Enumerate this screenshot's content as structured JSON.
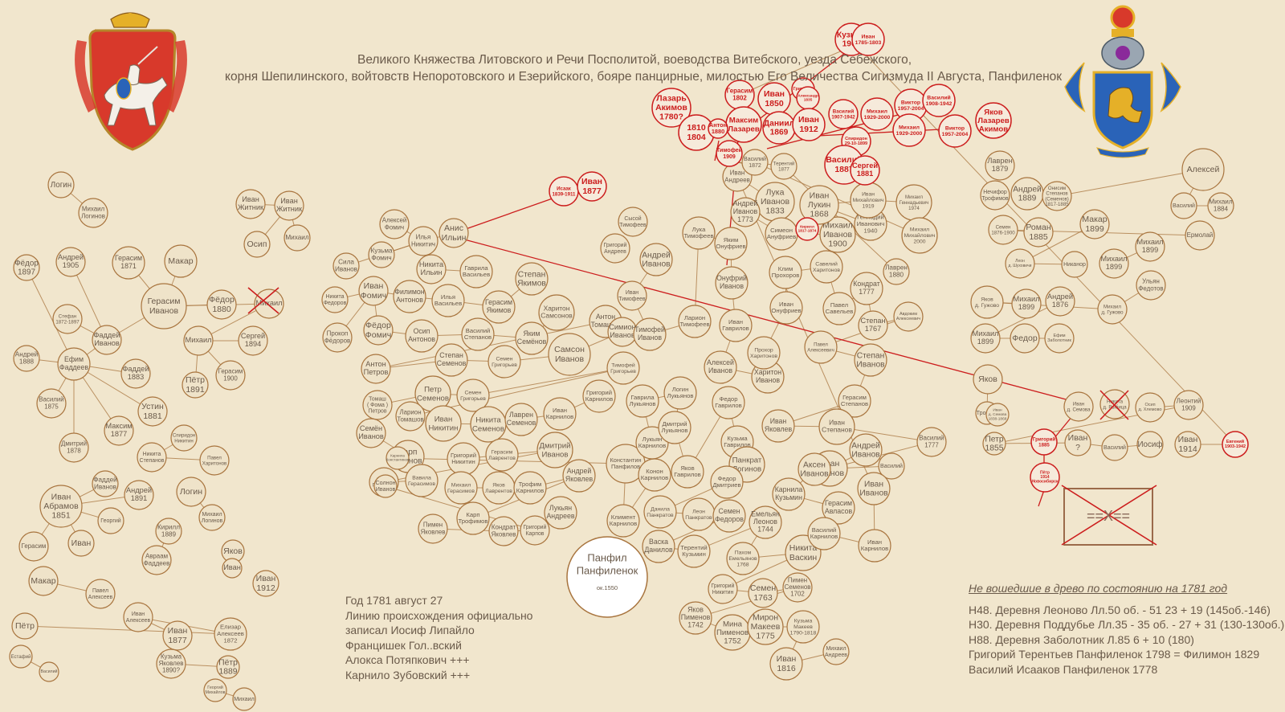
{
  "header": {
    "line1": "Великого Княжества Литовского и Речи Посполитой, воеводства Витебского, уезда Себежского,",
    "line2": "корня Шепилинского, войтовств Непоротовского и Езерийского, бояре панцирные, милостью Его Величества Сигизмуда II Августа, Панфиленок"
  },
  "root": {
    "name_line1": "Панфил",
    "name_line2": "Панфиленок",
    "year": "ок.1550"
  },
  "note": {
    "lines": [
      "Год 1781 август 27",
      "Линию происхождения официально",
      "записал Иосиф Липайло",
      "Францишек Гол..вский",
      "Алокса Потяпкович +++",
      "Карнило Зубовский +++"
    ]
  },
  "missing": {
    "heading": "Не вошедшие в древо по состоянию на 1781 год",
    "lines": [
      "Н48. Деревня Леоново Лл.50 об. - 51 23 + 19 (145об.-146)",
      "Н30. Деревня Поддубье Лл.35 - 35 об. - 27 + 31 (130-130об.)",
      "Н88. Деревня Заболотник Л.85 6 + 10 (180)",
      "Григорий Терентьев Панфиленок 1798 = Филимон 1829",
      "Василий Исааков Панфиленок 1778"
    ]
  },
  "stamp_text": "==X==",
  "colors": {
    "background": "#f1e6cd",
    "node_stroke": "#a8743e",
    "text": "#6a5a4a",
    "red": "#cc1d1d",
    "arms_red": "#d8392b",
    "arms_blue": "#2a63b8",
    "arms_gold": "#e5b028"
  },
  "nodes": [
    {
      "t": "Логин",
      "c": "b"
    },
    {
      "t": "Михаил\nЛогинов",
      "c": "b"
    },
    {
      "t": "Фёдор\n1897",
      "c": "b"
    },
    {
      "t": "Андрей\n1905",
      "c": "b"
    },
    {
      "t": "Герасим\n1871",
      "c": "b"
    },
    {
      "t": "Макар",
      "c": "b"
    },
    {
      "t": "Герасим\nИванов",
      "c": "b"
    },
    {
      "t": "Фёдор\n1880",
      "c": "b"
    },
    {
      "t": "Михаил",
      "c": "b"
    },
    {
      "t": "Стефан\n1872-1897",
      "c": "b"
    },
    {
      "t": "Фаддей\nИванов",
      "c": "b"
    },
    {
      "t": "Андрей\n1888",
      "c": "b"
    },
    {
      "t": "Ефим\nФаддеев",
      "c": "b"
    },
    {
      "t": "Фаддей\n1883",
      "c": "b"
    },
    {
      "t": "Михаил",
      "c": "b"
    },
    {
      "t": "Сергей\n1894",
      "c": "b"
    },
    {
      "t": "Герасим\n1900",
      "c": "b"
    },
    {
      "t": "Пётр\n1891",
      "c": "b"
    },
    {
      "t": "Василий\n1875",
      "c": "b"
    },
    {
      "t": "Устин\n1881",
      "c": "b"
    },
    {
      "t": "Максим\n1877",
      "c": "b"
    },
    {
      "t": "Дмитрий\n1878",
      "c": "b"
    },
    {
      "t": "Иван\nЖитник",
      "c": "b"
    },
    {
      "t": "Иван\nЖитник",
      "c": "b"
    },
    {
      "t": "Осип",
      "c": "b"
    },
    {
      "t": "Михаил",
      "c": "b"
    },
    {
      "t": "Фаддей\nИванов",
      "c": "b"
    },
    {
      "t": "Иван\nАбрамов\n1851",
      "c": "b"
    },
    {
      "t": "Андрей\n1891",
      "c": "b"
    },
    {
      "t": "Логин",
      "c": "b"
    },
    {
      "t": "Георгий",
      "c": "b"
    },
    {
      "t": "Герасим",
      "c": "b"
    },
    {
      "t": "Иван",
      "c": "b"
    },
    {
      "t": "Кирилл\n1889",
      "c": "b"
    },
    {
      "t": "Авраам\nФаддеев",
      "c": "b"
    },
    {
      "t": "Макар",
      "c": "b"
    },
    {
      "t": "Павел\nАлексеев",
      "c": "b"
    },
    {
      "t": "Иван\nАлексеев",
      "c": "b"
    },
    {
      "t": "Иван\n1877",
      "c": "b"
    },
    {
      "t": "Елизар\nАлексеев\n1872",
      "c": "b"
    },
    {
      "t": "Пётр",
      "c": "b"
    },
    {
      "t": "Естафий",
      "c": "b"
    },
    {
      "t": "Василий",
      "c": "b"
    },
    {
      "t": "Кузьма\nЯковлев\n1890?",
      "c": "b"
    },
    {
      "t": "Пётр\n1889",
      "c": "b"
    },
    {
      "t": "Георгий\nМихайлов",
      "c": "b"
    },
    {
      "t": "Михаил",
      "c": "b"
    },
    {
      "t": "Никита\nСтепанов",
      "c": "b"
    },
    {
      "t": "Павел\nХаритонов",
      "c": "b"
    },
    {
      "t": "Спиридон\nНикитин",
      "c": "b"
    },
    {
      "t": "Михаил\nЛогинов",
      "c": "b"
    },
    {
      "t": "Иван\n1912",
      "c": "b"
    },
    {
      "t": "Яков",
      "c": "b"
    },
    {
      "t": "Иван",
      "c": "b"
    },
    {
      "t": "Алексей\nФомич",
      "c": "b"
    },
    {
      "t": "Илья\nНикитич",
      "c": "b"
    },
    {
      "t": "Анис\nИльин",
      "c": "b"
    },
    {
      "t": "Сила\nИванов",
      "c": "b"
    },
    {
      "t": "Кузьма\nФомич",
      "c": "b"
    },
    {
      "t": "Никита\nИльин",
      "c": "b"
    },
    {
      "t": "Гаврила\nВасильев",
      "c": "b"
    },
    {
      "t": "Никита\nФедоров",
      "c": "b"
    },
    {
      "t": "Иван\nФомич",
      "c": "b"
    },
    {
      "t": "Филимон\nАнтонов",
      "c": "b"
    },
    {
      "t": "Илья\nВасильев",
      "c": "b"
    },
    {
      "t": "Герасим\nЯкимов",
      "c": "b"
    },
    {
      "t": "Степан\nЯкимов",
      "c": "b"
    },
    {
      "t": "Прокоп\nФёдоров",
      "c": "b"
    },
    {
      "t": "Фёдор\nФомич",
      "c": "b"
    },
    {
      "t": "Осип\nАнтонов",
      "c": "b"
    },
    {
      "t": "Василий\nСтепанов",
      "c": "b"
    },
    {
      "t": "Яким\nСемёнов",
      "c": "b"
    },
    {
      "t": "Харитон\nСамсонов",
      "c": "b"
    },
    {
      "t": "Антон\nТомашев",
      "c": "b"
    },
    {
      "t": "Антон\nПетров",
      "c": "b"
    },
    {
      "t": "Степан\nСеменов",
      "c": "b"
    },
    {
      "t": "Семен\nГригорьев",
      "c": "b"
    },
    {
      "t": "Самсон\nИванов",
      "c": "b"
    },
    {
      "t": "Симион\nИванов",
      "c": "b"
    },
    {
      "t": "Томаш\n( Фома )\nПетров",
      "c": "b"
    },
    {
      "t": "Петр\nСеменов",
      "c": "b"
    },
    {
      "t": "Семен\nГригорьев",
      "c": "b"
    },
    {
      "t": "Тимофей\nГригорьев",
      "c": "b"
    },
    {
      "t": "Ларион\nТомашов",
      "c": "b"
    },
    {
      "t": "Иван\nНикитин",
      "c": "b"
    },
    {
      "t": "Никита\nСеменов",
      "c": "b"
    },
    {
      "t": "Лаврен\nСеменов",
      "c": "b"
    },
    {
      "t": "Иван\nКарнилов",
      "c": "b"
    },
    {
      "t": "Григорий\nКарнилов",
      "c": "b"
    },
    {
      "t": "Семён\nИванов",
      "c": "b"
    },
    {
      "t": "Карп\nИванов",
      "c": "b"
    },
    {
      "t": "Григорий\nНикитин",
      "c": "b"
    },
    {
      "t": "Герасим\nЛаврентов",
      "c": "b"
    },
    {
      "t": "Дмитрий\nИванов",
      "c": "b"
    },
    {
      "t": "Симон\nГригорьев",
      "c": "b"
    },
    {
      "t": "Вавила\nГерасимов",
      "c": "b"
    },
    {
      "t": "Михаил\nГерасимов",
      "c": "b"
    },
    {
      "t": "Яков\nЛаврентов",
      "c": "b"
    },
    {
      "t": "Трофим\nКарнилов",
      "c": "b"
    },
    {
      "t": "Андрей\nЯковлев",
      "c": "b"
    },
    {
      "t": "Карп\nТрофимов",
      "c": "b"
    },
    {
      "t": "Лукьян\nАндреев",
      "c": "b"
    },
    {
      "t": "Пимен\nЯковлев",
      "c": "b"
    },
    {
      "t": "Кондрат\nЯковлев",
      "c": "b"
    },
    {
      "t": "Григорий\nКарпов",
      "c": "b"
    },
    {
      "t": "Солнон\nИванов",
      "c": "b"
    },
    {
      "t": "Карнила\nКонстантинов",
      "c": "b"
    },
    {
      "t": "Константин\nПанфилов",
      "c": "b"
    },
    {
      "t": "Климент\nКарнилов",
      "c": "b"
    },
    {
      "t": "Конон\nКарнилов",
      "c": "b"
    },
    {
      "t": "Лукьян\nКарнилов",
      "c": "b"
    },
    {
      "t": "Гаврила\nЛукьянов",
      "c": "b"
    },
    {
      "t": "Логин\nЛукьянов",
      "c": "b"
    },
    {
      "t": "Дмитрий\nЛукьянов",
      "c": "b"
    },
    {
      "t": "Яков\nГаврилов",
      "c": "b"
    },
    {
      "t": "Федор\nГаврилов",
      "c": "b"
    },
    {
      "t": "Кузьма\nГаврилов",
      "c": "b"
    },
    {
      "t": "Панкрат\nЛогинов",
      "c": "b"
    },
    {
      "t": "Федор\nДмитриев",
      "c": "b"
    },
    {
      "t": "Данила\nПанкратов",
      "c": "b"
    },
    {
      "t": "Леон\nПанкратов",
      "c": "b"
    },
    {
      "t": "Семен\nФедоров",
      "c": "b"
    },
    {
      "t": "Васка\nДанилов",
      "c": "b"
    },
    {
      "t": "Терентий\nКузьмин",
      "c": "b"
    },
    {
      "t": "Емельян\nЛеонов\n1744",
      "c": "b"
    },
    {
      "t": "Пахом\nЕмельянов\n1768",
      "c": "b"
    },
    {
      "t": "Никита\nВаскин",
      "c": "b"
    },
    {
      "t": "Григорий\nНикитин",
      "c": "b"
    },
    {
      "t": "Семен\n1763",
      "c": "b"
    },
    {
      "t": "Пимен\nСеменов\n1702",
      "c": "b"
    },
    {
      "t": "Яков\nПименов\n1742",
      "c": "b"
    },
    {
      "t": "Мина\nПименов\n1752",
      "c": "b"
    },
    {
      "t": "Мирон\nМакеев\n1775",
      "c": "b"
    },
    {
      "t": "Кузьма\nМакеев\n1790-1818",
      "c": "b"
    },
    {
      "t": "Иван\n1816",
      "c": "b"
    },
    {
      "t": "Михаил\nАндреев",
      "c": "b"
    },
    {
      "t": "Григорий\nАндреев",
      "c": "b"
    },
    {
      "t": "Сысой\nТимофеев",
      "c": "b"
    },
    {
      "t": "Андрей\nИванов",
      "c": "b"
    },
    {
      "t": "Иван\nТимофеев",
      "c": "b"
    },
    {
      "t": "Тимофей\nИванов",
      "c": "b"
    },
    {
      "t": "Ларион\nТимофеев",
      "c": "b"
    },
    {
      "t": "Лука\nТимофеев",
      "c": "b"
    },
    {
      "t": "Яким\nОнуфриев",
      "c": "b"
    },
    {
      "t": "Онуфрий\nИванов",
      "c": "b"
    },
    {
      "t": "Иван\nГаврилов",
      "c": "b"
    },
    {
      "t": "Алексей\nИванов",
      "c": "b"
    },
    {
      "t": "Харитон\nИванов",
      "c": "b"
    },
    {
      "t": "Прохор\nХаритонов",
      "c": "b"
    },
    {
      "t": "Иван\nОнуфриев",
      "c": "b"
    },
    {
      "t": "Клим\nПрохоров",
      "c": "b"
    },
    {
      "t": "Савелий\nХаритонов",
      "c": "b"
    },
    {
      "t": "Павел\nСавельев",
      "c": "b"
    },
    {
      "t": "Кондрат\n1777",
      "c": "b"
    },
    {
      "t": "Степан\n1767",
      "c": "b"
    },
    {
      "t": "Авдоким\nАлексеевич",
      "c": "b"
    },
    {
      "t": "Павел\nАлексеевич",
      "c": "b"
    },
    {
      "t": "Степан\nИванов",
      "c": "b"
    },
    {
      "t": "Герасим\nСтепанов",
      "c": "b"
    },
    {
      "t": "Иван\nЯковлев",
      "c": "b"
    },
    {
      "t": "Иван\nСтепанов",
      "c": "b"
    },
    {
      "t": "Василий\n1777",
      "c": "b"
    },
    {
      "t": "Иван\nИванов",
      "c": "b"
    },
    {
      "t": "Андрей\nИванов",
      "c": "b"
    },
    {
      "t": "Василий",
      "c": "b"
    },
    {
      "t": "Аксен\nИванов",
      "c": "b"
    },
    {
      "t": "Карнила\nКузьмин",
      "c": "b"
    },
    {
      "t": "Герасим\nАвласов",
      "c": "b"
    },
    {
      "t": "Василий\nКарнилов",
      "c": "b"
    },
    {
      "t": "Иван\nКарнилов",
      "c": "b"
    },
    {
      "t": "Иван\nИванов",
      "c": "b"
    },
    {
      "t": "Иван\nАндреев",
      "c": "b"
    },
    {
      "t": "Лука\nИванов\n1833",
      "c": "b"
    },
    {
      "t": "Андрей\nИванов\n1773",
      "c": "b"
    },
    {
      "t": "Симеон\nАнуфриев",
      "c": "b"
    },
    {
      "t": "Михаил\nИванов\n1900",
      "c": "b"
    },
    {
      "t": "Геннадий\nИванович\n1940",
      "c": "b"
    },
    {
      "t": "Иван\nЛукин\n1868",
      "c": "b"
    },
    {
      "t": "Иван\nМихайлович\n1919",
      "c": "b"
    },
    {
      "t": "Михаил\nГеннадьевич\n1974",
      "c": "b"
    },
    {
      "t": "Михаил\nМихайлович\n2000",
      "c": "b"
    },
    {
      "t": "Василий\n1872",
      "c": "b"
    },
    {
      "t": "Терентий\n1877",
      "c": "b"
    },
    {
      "t": "Лаврен\n1880",
      "c": "b"
    },
    {
      "t": "Лаврен\n1879",
      "c": "b"
    },
    {
      "t": "Нечифор\nТрофимов",
      "c": "b"
    },
    {
      "t": "Андрей\n1889",
      "c": "b"
    },
    {
      "t": "Онисим\nСтепанов\n(Семенов)\n1817-1885",
      "c": "b"
    },
    {
      "t": "Алексей",
      "c": "b"
    },
    {
      "t": "Василий",
      "c": "b"
    },
    {
      "t": "Михаил\n1884",
      "c": "b"
    },
    {
      "t": "Семен\n1876-1900",
      "c": "b"
    },
    {
      "t": "Роман\n1885",
      "c": "b"
    },
    {
      "t": "Ермолай",
      "c": "b"
    },
    {
      "t": "Макар\n1899",
      "c": "b"
    },
    {
      "t": "Леон\nд. Шуховичи",
      "c": "b"
    },
    {
      "t": "Никанор",
      "c": "b"
    },
    {
      "t": "Михаил\n1899",
      "c": "b"
    },
    {
      "t": "Михаил\n1899",
      "c": "b"
    },
    {
      "t": "Ульян\nФедотов",
      "c": "b"
    },
    {
      "t": "Михаил\nд. Гужово",
      "c": "b"
    },
    {
      "t": "Яков\nд. Гужово",
      "c": "b"
    },
    {
      "t": "Михаил\n1899",
      "c": "b"
    },
    {
      "t": "Андрей\n1876",
      "c": "b"
    },
    {
      "t": "Михаил\n1899",
      "c": "b"
    },
    {
      "t": "Федор",
      "c": "b"
    },
    {
      "t": "Ефим\nЗаболотник",
      "c": "b"
    },
    {
      "t": "Яков",
      "c": "b"
    },
    {
      "t": "Трофим",
      "c": "b"
    },
    {
      "t": "Иван\nд. Семова\n1838-1868",
      "c": "b"
    },
    {
      "t": "Иван\nд. Семова",
      "c": "b"
    },
    {
      "t": "Никита\nд. Рыбица",
      "c": "b"
    },
    {
      "t": "Осип\nд. Хлемово",
      "c": "b"
    },
    {
      "t": "Леонтий\n1909",
      "c": "b"
    },
    {
      "t": "Петр\n1855",
      "c": "b"
    },
    {
      "t": "Иван\n?",
      "c": "b"
    },
    {
      "t": "Василий",
      "c": "b"
    },
    {
      "t": "Иосиф",
      "c": "b"
    },
    {
      "t": "Иван\n1914",
      "c": "b"
    },
    {
      "t": "Евгений\n1903-1942",
      "c": "r"
    },
    {
      "t": "Кузьма\n1900",
      "c": "r"
    },
    {
      "t": "Иван\n1785-1803",
      "c": "r"
    },
    {
      "t": "Герасим\n1802",
      "c": "r"
    },
    {
      "t": "Иван\n1850",
      "c": "r"
    },
    {
      "t": "Григорий",
      "c": "r"
    },
    {
      "t": "Александр\n1835",
      "c": "r"
    },
    {
      "t": "Лазарь\nАкимов\n1780?",
      "c": "r"
    },
    {
      "t": "Максим\nЛазарев",
      "c": "r"
    },
    {
      "t": "Даниил\n1869",
      "c": "r"
    },
    {
      "t": "Иван\n1912",
      "c": "r"
    },
    {
      "t": "Василий\n1907-1942",
      "c": "r"
    },
    {
      "t": "Михаил\n1929-2000",
      "c": "r"
    },
    {
      "t": "Виктор\n1957-2004",
      "c": "r"
    },
    {
      "t": "Василий\n1908-1942",
      "c": "r"
    },
    {
      "t": "Михаил\n1929-2000",
      "c": "r"
    },
    {
      "t": "Виктор\n1957-2004",
      "c": "r"
    },
    {
      "t": "Яков\nЛазарев\nАкимов",
      "c": "r"
    },
    {
      "t": "1810\n1804",
      "c": "r"
    },
    {
      "t": "Антон\n1880",
      "c": "r"
    },
    {
      "t": "Тимофей\n1909",
      "c": "r"
    },
    {
      "t": "Спиридон\n29-10-1899",
      "c": "r"
    },
    {
      "t": "Василий\n1887",
      "c": "r"
    },
    {
      "t": "Сергей\n1881",
      "c": "r"
    },
    {
      "t": "Кирилл\n1817-1874",
      "c": "r"
    },
    {
      "t": "Исаак\n1839-1911",
      "c": "r"
    },
    {
      "t": "Иван\n1877",
      "c": "r"
    },
    {
      "t": "Григорий\n1885",
      "c": "r"
    },
    {
      "t": "Пётр\n1914\nНовосибирск",
      "c": "r"
    }
  ]
}
